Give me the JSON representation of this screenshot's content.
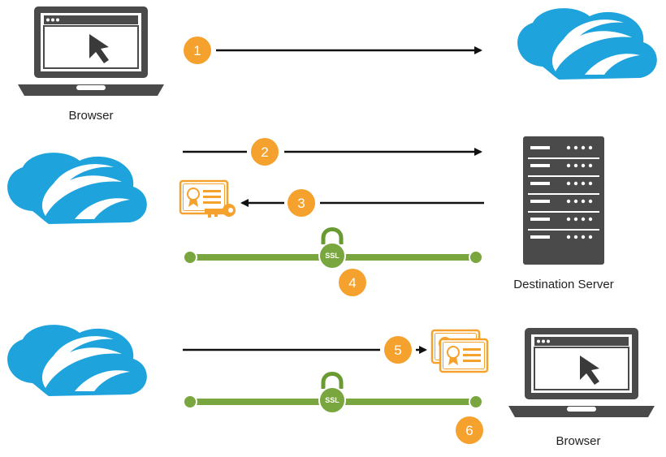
{
  "labels": {
    "browser_top": "Browser",
    "destination_server": "Destination Server",
    "browser_bottom": "Browser"
  },
  "steps": [
    "1",
    "2",
    "3",
    "4",
    "5",
    "6"
  ],
  "lock_text": "SSL",
  "colors": {
    "zscaler_blue": "#1fa3dc",
    "step_orange": "#f5a12d",
    "tunnel_green": "#7aa63f",
    "device_gray": "#4a4a4a",
    "arrow_black": "#111111"
  },
  "icons": [
    "laptop-icon",
    "zscaler-cloud-icon",
    "server-icon",
    "certificate-icon",
    "key-icon",
    "ssl-lock-icon",
    "arrow-icon"
  ]
}
